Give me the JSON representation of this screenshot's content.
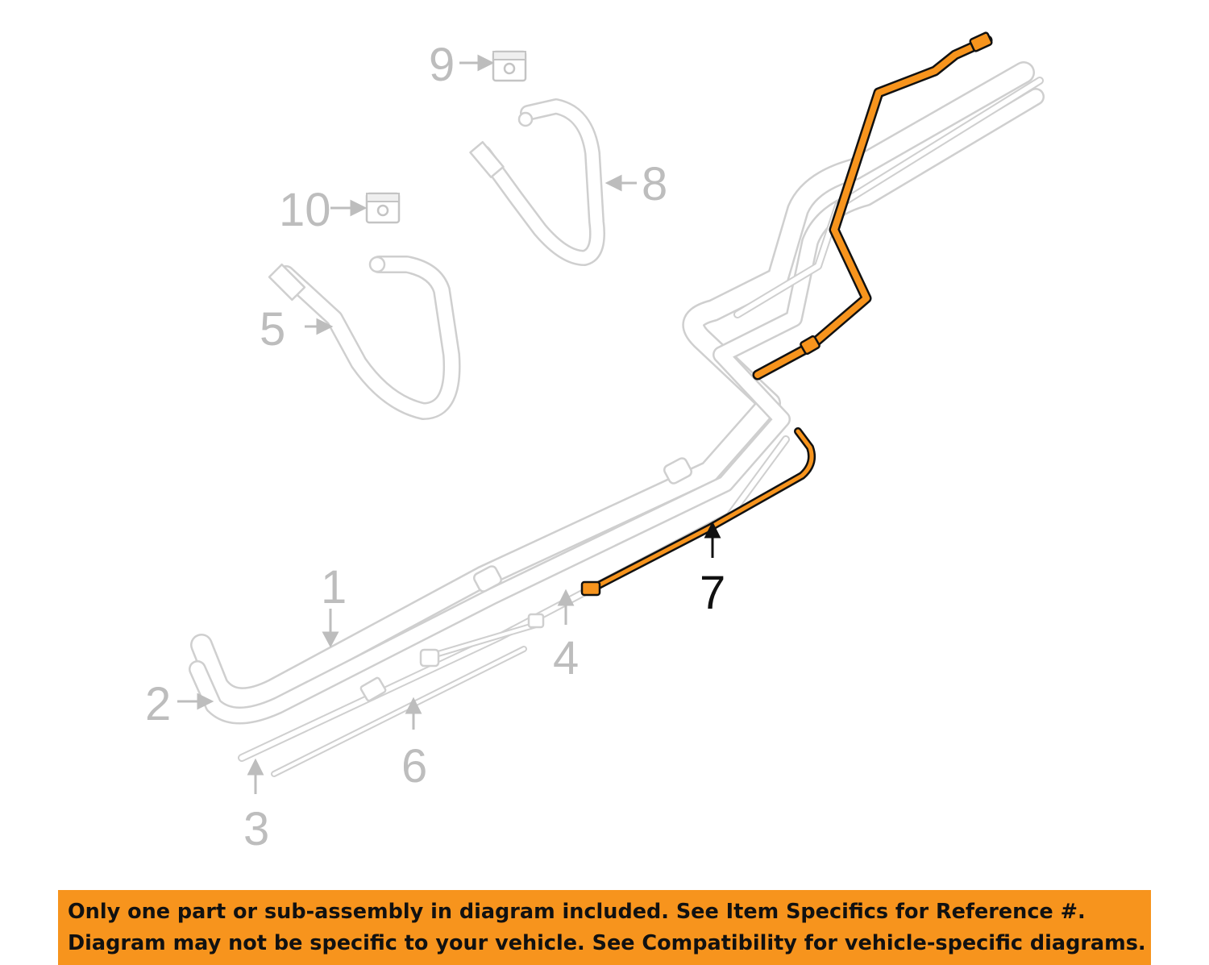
{
  "colors": {
    "highlight_fill": "#f7941d",
    "highlight_outline": "#111111",
    "ghost_line": "#d0d0d0",
    "callout_inactive": "#bdbdbd",
    "callout_active": "#111111",
    "banner_bg": "#f7941d",
    "banner_text": "#111111"
  },
  "callouts": [
    {
      "id": "1",
      "label": "1",
      "active": false
    },
    {
      "id": "2",
      "label": "2",
      "active": false
    },
    {
      "id": "3",
      "label": "3",
      "active": false
    },
    {
      "id": "4",
      "label": "4",
      "active": false
    },
    {
      "id": "5",
      "label": "5",
      "active": false
    },
    {
      "id": "6",
      "label": "6",
      "active": false
    },
    {
      "id": "7",
      "label": "7",
      "active": true
    },
    {
      "id": "8",
      "label": "8",
      "active": false
    },
    {
      "id": "9",
      "label": "9",
      "active": false
    },
    {
      "id": "10",
      "label": "10",
      "active": false
    }
  ],
  "banner": {
    "line1": "Only one part or sub-assembly in diagram included. See Item Specifics for Reference #.",
    "line2": "Diagram may not be specific to your vehicle. See Compatibility for vehicle-specific diagrams."
  }
}
